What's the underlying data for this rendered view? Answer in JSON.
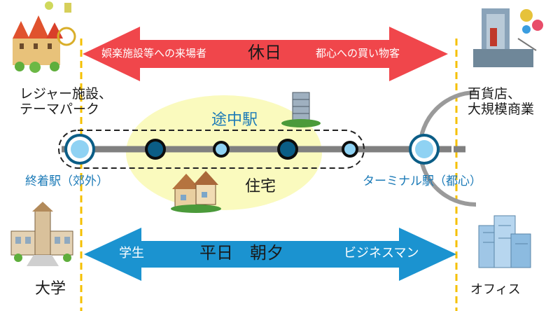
{
  "holiday": {
    "title": "休日",
    "left_label": "娯楽施設等への来場者",
    "right_label": "都心への買い物客"
  },
  "weekday": {
    "title": "平日　朝夕",
    "left_label": "学生",
    "right_label": "ビジネスマン"
  },
  "places": {
    "leisure": "レジャー施設、\nテーマパーク",
    "department": "百貨店、\n大規模商業",
    "university": "大学",
    "office": "オフィス"
  },
  "stations": {
    "midway": "途中駅",
    "housing": "住宅",
    "terminus": "終着駅（郊外）",
    "terminal": "ターミナル駅（都心）"
  },
  "colors": {
    "holiday_arrow": "#f0464b",
    "weekday_arrow": "#1b93d0",
    "dashed_guide": "#f5c000",
    "rail": "#808080",
    "station_fill": "#0b5d86",
    "station_light": "#8fd2f3",
    "housing_area": "#fafabe",
    "station_text": "#1b7ab7"
  }
}
